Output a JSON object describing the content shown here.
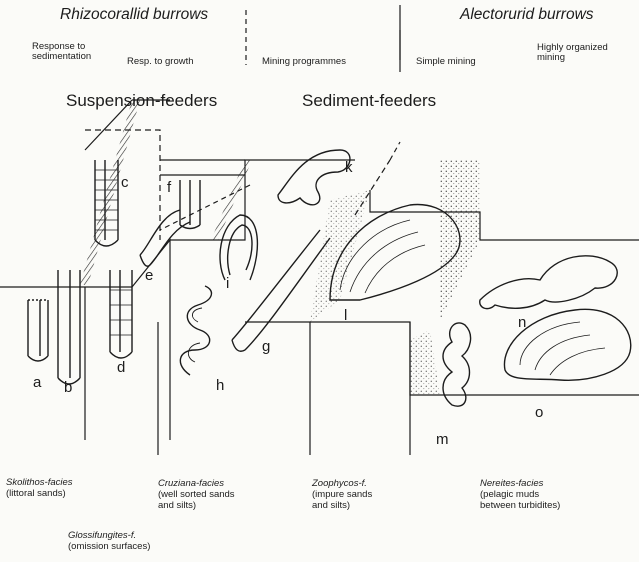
{
  "headers": {
    "left": "Rhizocorallid burrows",
    "right": "Alectorurid burrows"
  },
  "subheaders": {
    "response_to_sedimentation": "Response to\nsedimentation",
    "resp_to_growth": "Resp. to growth",
    "mining_programmes": "Mining programmes",
    "simple_mining": "Simple mining",
    "highly_organized_mining": "Highly organized\nmining"
  },
  "groups": {
    "suspension_feeders": "Suspension-feeders",
    "sediment_feeders": "Sediment-feeders"
  },
  "labels": {
    "a": "a",
    "b": "b",
    "c": "c",
    "d": "d",
    "e": "e",
    "f": "f",
    "g": "g",
    "h": "h",
    "i": "i",
    "k": "k",
    "l": "l",
    "m": "m",
    "n": "n",
    "o": "o"
  },
  "facies": {
    "skolithos": {
      "name": "Skolithos-facies",
      "desc": "(littoral sands)"
    },
    "glossifungites": {
      "name": "Glossifungites-f.",
      "desc": "(omission surfaces)"
    },
    "cruziana": {
      "name": "Cruziana-facies",
      "desc": "(well sorted sands\nand silts)"
    },
    "zoophycos": {
      "name": "Zoophycos-f.",
      "desc": "(impure sands\nand silts)"
    },
    "nereites": {
      "name": "Nereites-facies",
      "desc": "(pelagic muds\nbetween turbidites)"
    }
  },
  "colors": {
    "ink": "#1c1c1c",
    "paper": "#fbfbf8"
  }
}
